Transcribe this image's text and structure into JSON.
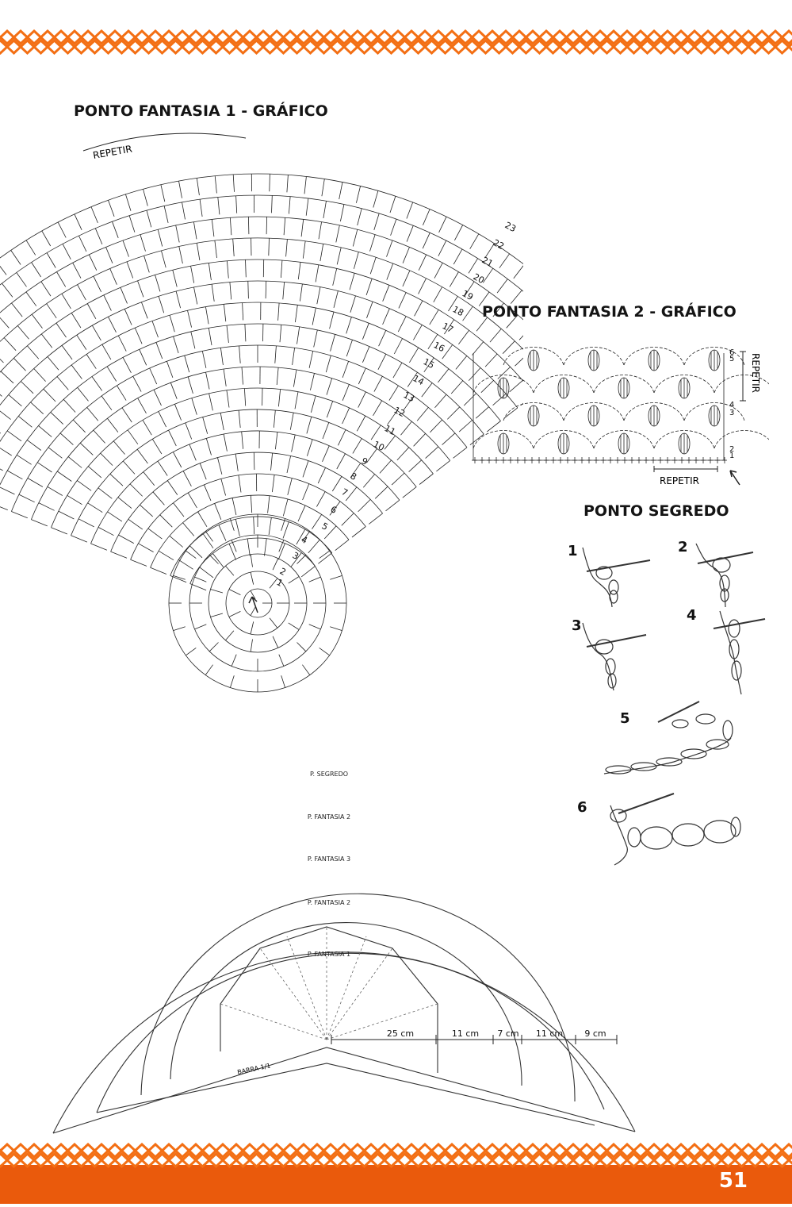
{
  "colors": {
    "accent": "#f36f14",
    "accent_dark": "#e0560a",
    "line": "#222222",
    "background": "#ffffff"
  },
  "page": {
    "number": "51"
  },
  "titles": {
    "fantasia1": "PONTO FANTASIA 1 - GRÁFICO",
    "fantasia2": "PONTO FANTASIA 2 - GRÁFICO",
    "segredo": "PONTO SEGREDO"
  },
  "fantasia1": {
    "repeat_label": "REPETIR",
    "rows": [
      "1",
      "2",
      "3",
      "4",
      "5",
      "6",
      "7",
      "8",
      "9",
      "10",
      "11",
      "12",
      "13",
      "14",
      "15",
      "16",
      "17",
      "18",
      "19",
      "20",
      "21",
      "22",
      "23"
    ]
  },
  "fantasia2": {
    "repeat_vertical": "REPETIR",
    "repeat_horizontal": "REPETIR",
    "rows": [
      "1",
      "2",
      "3",
      "4",
      "5",
      "6"
    ]
  },
  "segredo": {
    "steps": [
      "1",
      "2",
      "3",
      "4",
      "5",
      "6"
    ]
  },
  "schematic": {
    "bands": [
      "P. SEGREDO",
      "P. FANTASIA 2",
      "P. FANTASIA 3",
      "P. FANTASIA 2",
      "P. FANTASIA 1"
    ],
    "border_label": "BARRA 1/1",
    "measures": [
      "25 cm",
      "11 cm",
      "7 cm",
      "11 cm",
      "9 cm"
    ]
  }
}
